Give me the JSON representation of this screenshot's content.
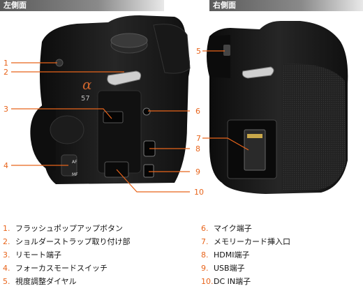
{
  "tabs": {
    "left": "左側面",
    "right": "右側面"
  },
  "camera_left": {
    "model_logo": "α",
    "model_number": "57",
    "af_label": "AF",
    "mf_label": "MF"
  },
  "callouts": [
    "1",
    "2",
    "3",
    "4",
    "5",
    "6",
    "7",
    "8",
    "9",
    "10"
  ],
  "legend": {
    "left": [
      {
        "num": "1.",
        "label": "フラッシュポップアップボタン"
      },
      {
        "num": "2.",
        "label": "ショルダーストラップ取り付け部"
      },
      {
        "num": "3.",
        "label": "リモート端子"
      },
      {
        "num": "4.",
        "label": "フォーカスモードスイッチ"
      },
      {
        "num": "5.",
        "label": "視度調整ダイヤル"
      }
    ],
    "right": [
      {
        "num": "6.",
        "label": "マイク端子"
      },
      {
        "num": "7.",
        "label": "メモリーカード挿入口"
      },
      {
        "num": "8.",
        "label": "HDMI端子"
      },
      {
        "num": "9.",
        "label": "USB端子"
      },
      {
        "num": "10.",
        "label": "DC IN端子"
      }
    ]
  },
  "colors": {
    "accent": "#e8641b",
    "body": "#1a1a1a",
    "tab_start": "#5a5a5a"
  }
}
